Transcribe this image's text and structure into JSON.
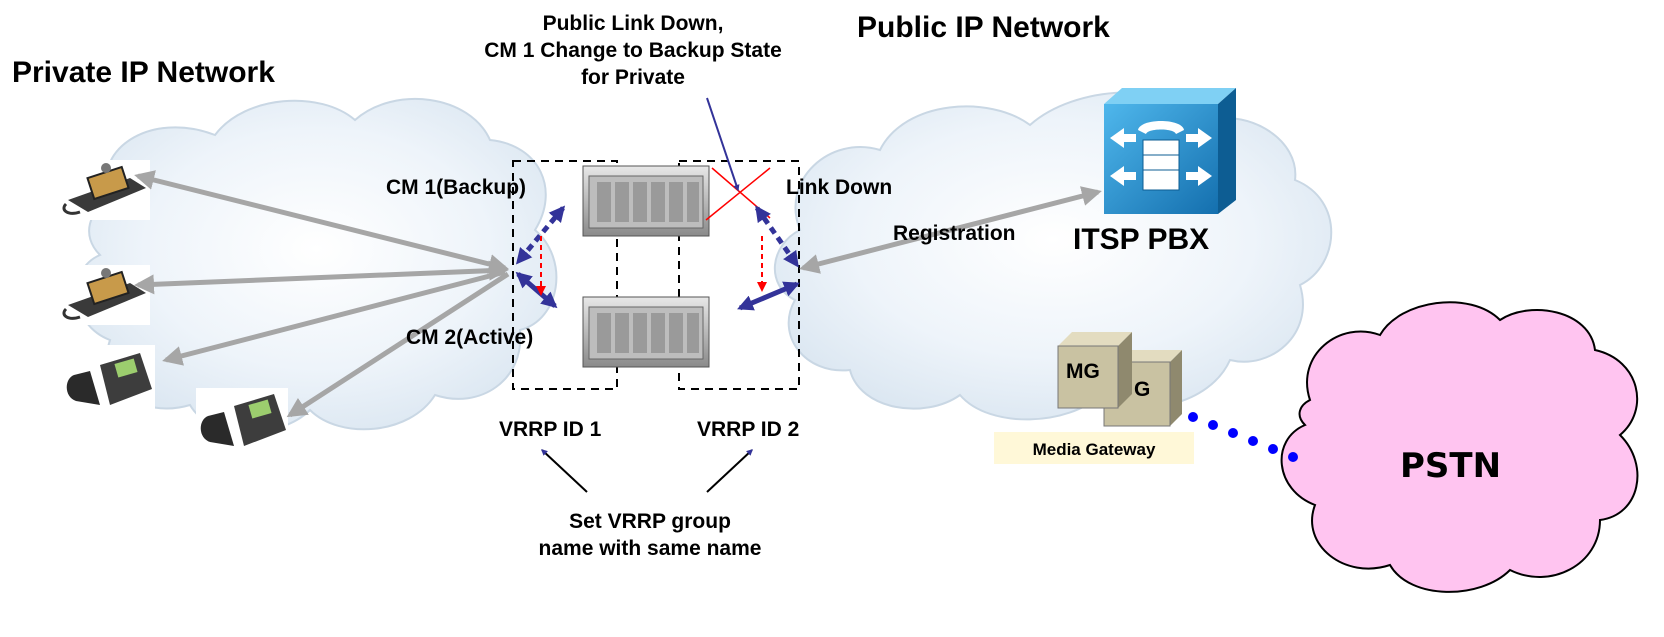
{
  "titles": {
    "private_network": "Private IP Network",
    "public_network": "Public IP Network"
  },
  "annotations": {
    "link_down_note": [
      "Public Link Down,",
      "CM 1 Change to Backup State",
      "for Private"
    ],
    "cm1": "CM 1(Backup)",
    "cm2": "CM 2(Active)",
    "link_down": "Link Down",
    "registration": "Registration",
    "vrrp_id_1": "VRRP ID 1",
    "vrrp_id_2": "VRRP ID 2",
    "vrrp_group_note": [
      "Set VRRP group",
      "name with same name"
    ]
  },
  "devices": {
    "itsp_pbx": "ITSP PBX",
    "media_gateway_label": "Media Gateway",
    "mg_front": "MG",
    "mg_back": "G",
    "pstn": "PSTN"
  },
  "colors": {
    "cloud_fill": "#e4eef6",
    "pstn_fill": "#ffc4f0",
    "arrow_gray": "#a6a6a6",
    "arrow_blue": "#333399",
    "arrow_red": "#ff0000",
    "pbx_blue": "#1f8fcf",
    "gateway_tan": "#c9c2a2",
    "label_bg": "#fff8d8"
  }
}
